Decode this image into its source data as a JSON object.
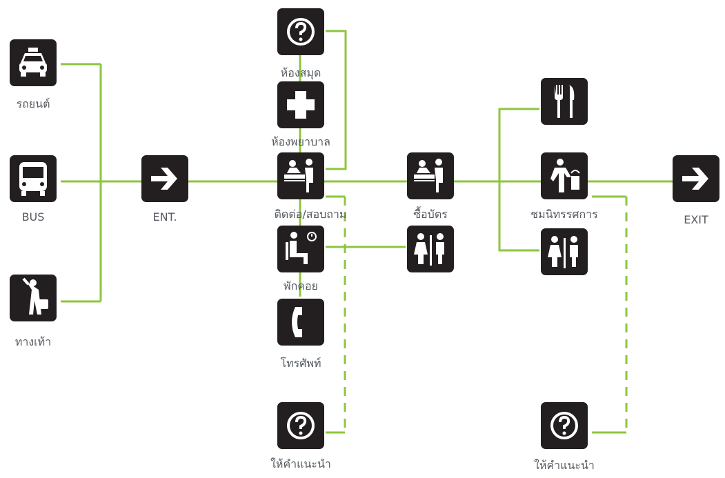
{
  "colors": {
    "line": "#8cc63f",
    "tile": "#231f20",
    "label": "#555a60"
  },
  "nodes": {
    "car": {
      "icon": "car-icon",
      "label": "รถยนต์"
    },
    "bus": {
      "icon": "bus-icon",
      "label": "BUS"
    },
    "walk": {
      "icon": "pedestrian-icon",
      "label": "ทางเท้า"
    },
    "entrance": {
      "icon": "arrow-right-icon",
      "label": "ENT."
    },
    "restroom_top": {
      "icon": "question-icon",
      "label": "ห้องสมุด"
    },
    "first_aid": {
      "icon": "first-aid-icon",
      "label": "ห้องพยาบาล"
    },
    "info": {
      "icon": "information-desk-icon",
      "label": "ติดต่อ/สอบถาม"
    },
    "waiting": {
      "icon": "waiting-room-icon",
      "label": "พักคอย"
    },
    "phone": {
      "icon": "telephone-icon",
      "label": "โทรศัพท์"
    },
    "help_left": {
      "icon": "question-icon",
      "label": "ให้คำแนะนำ"
    },
    "ticket": {
      "icon": "ticket-counter-icon",
      "label": "ซื้อบัตร"
    },
    "toilet_mid": {
      "icon": "restroom-icon",
      "label": ""
    },
    "dining": {
      "icon": "restaurant-icon",
      "label": ""
    },
    "exhibit": {
      "icon": "exhibition-icon",
      "label": "ชมนิทรรศการ"
    },
    "toilet_right": {
      "icon": "restroom-icon",
      "label": ""
    },
    "help_right": {
      "icon": "question-icon",
      "label": "ให้คำแนะนำ"
    },
    "exit": {
      "icon": "arrow-right-icon",
      "label": "EXIT"
    }
  }
}
